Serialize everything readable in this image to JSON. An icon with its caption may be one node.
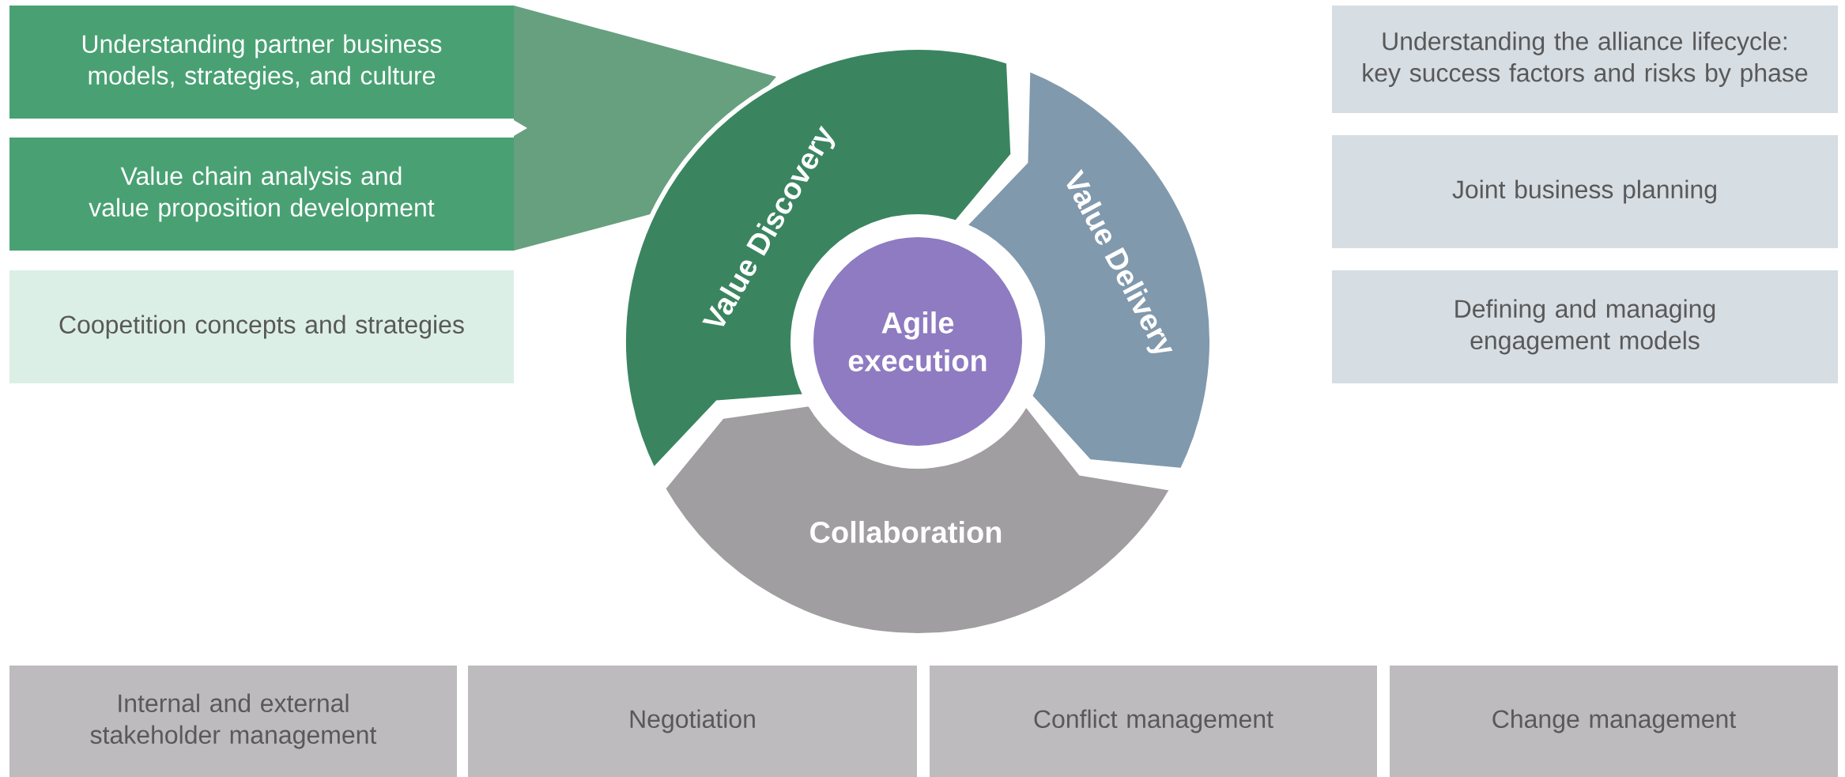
{
  "diagram": {
    "nodes": [
      {
        "text": [
          "Value Discovery"
        ]
      },
      {
        "text": [
          "Value Delivery"
        ]
      },
      {
        "text": [
          "Collaboration"
        ]
      },
      {
        "text": [
          "Agile execution"
        ]
      },
      {
        "text": [
          "Understanding partner business models, strategies, and culture"
        ]
      },
      {
        "text": [
          "Value chain analysis and value proposition development"
        ]
      },
      {
        "text": [
          "Coopetition concepts and strategies"
        ]
      },
      {
        "text": [
          "Understanding the alliance lifecycle: key success factors and risks by phase"
        ]
      },
      {
        "text": [
          "Joint business planning"
        ]
      },
      {
        "text": [
          "Defining and managing engagement models"
        ]
      },
      {
        "text": [
          "Internal and external stakeholder management"
        ]
      },
      {
        "text": [
          "Negotiation"
        ]
      },
      {
        "text": [
          "Conflict management"
        ]
      },
      {
        "text": [
          "Change management"
        ]
      }
    ]
  }
}
